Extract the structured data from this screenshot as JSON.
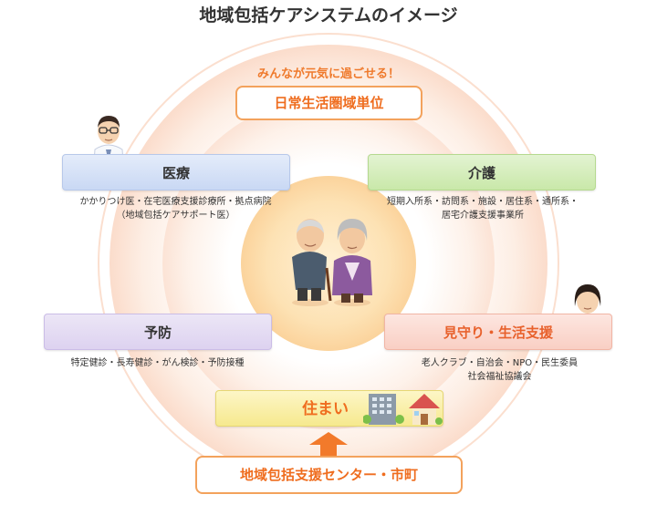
{
  "title": "地域包括ケアシステムのイメージ",
  "slogan": "みんなが元気に過ごせる！",
  "area_unit": "日常生活圏域単位",
  "sections": {
    "medical": {
      "label": "医療",
      "desc_line1": "かかりつけ医・在宅医療支援診療所・拠点病院",
      "desc_line2": "（地域包括ケアサポート医）"
    },
    "care": {
      "label": "介護",
      "desc_line1": "短期入所系・訪問系・施設・居住系・通所系・",
      "desc_line2": "居宅介護支援事業所"
    },
    "prevention": {
      "label": "予防",
      "desc_line1": "特定健診・長寿健診・がん検診・予防接種"
    },
    "watch": {
      "label": "見守り・生活支援",
      "desc_line1": "老人クラブ・自治会・NPO・民生委員",
      "desc_line2": "社会福祉協議会"
    },
    "housing": {
      "label": "住まい"
    }
  },
  "support_center": "地域包括支援センター・市町",
  "colors": {
    "accent_orange": "#ef6d1f",
    "ring": "#fbe3d3",
    "center_circle": "#fde0b0"
  },
  "icons": [
    "doctor-illustration",
    "elderly-couple-illustration",
    "staff-illustration",
    "apartment-icon",
    "house-icon",
    "up-arrow-icon"
  ]
}
